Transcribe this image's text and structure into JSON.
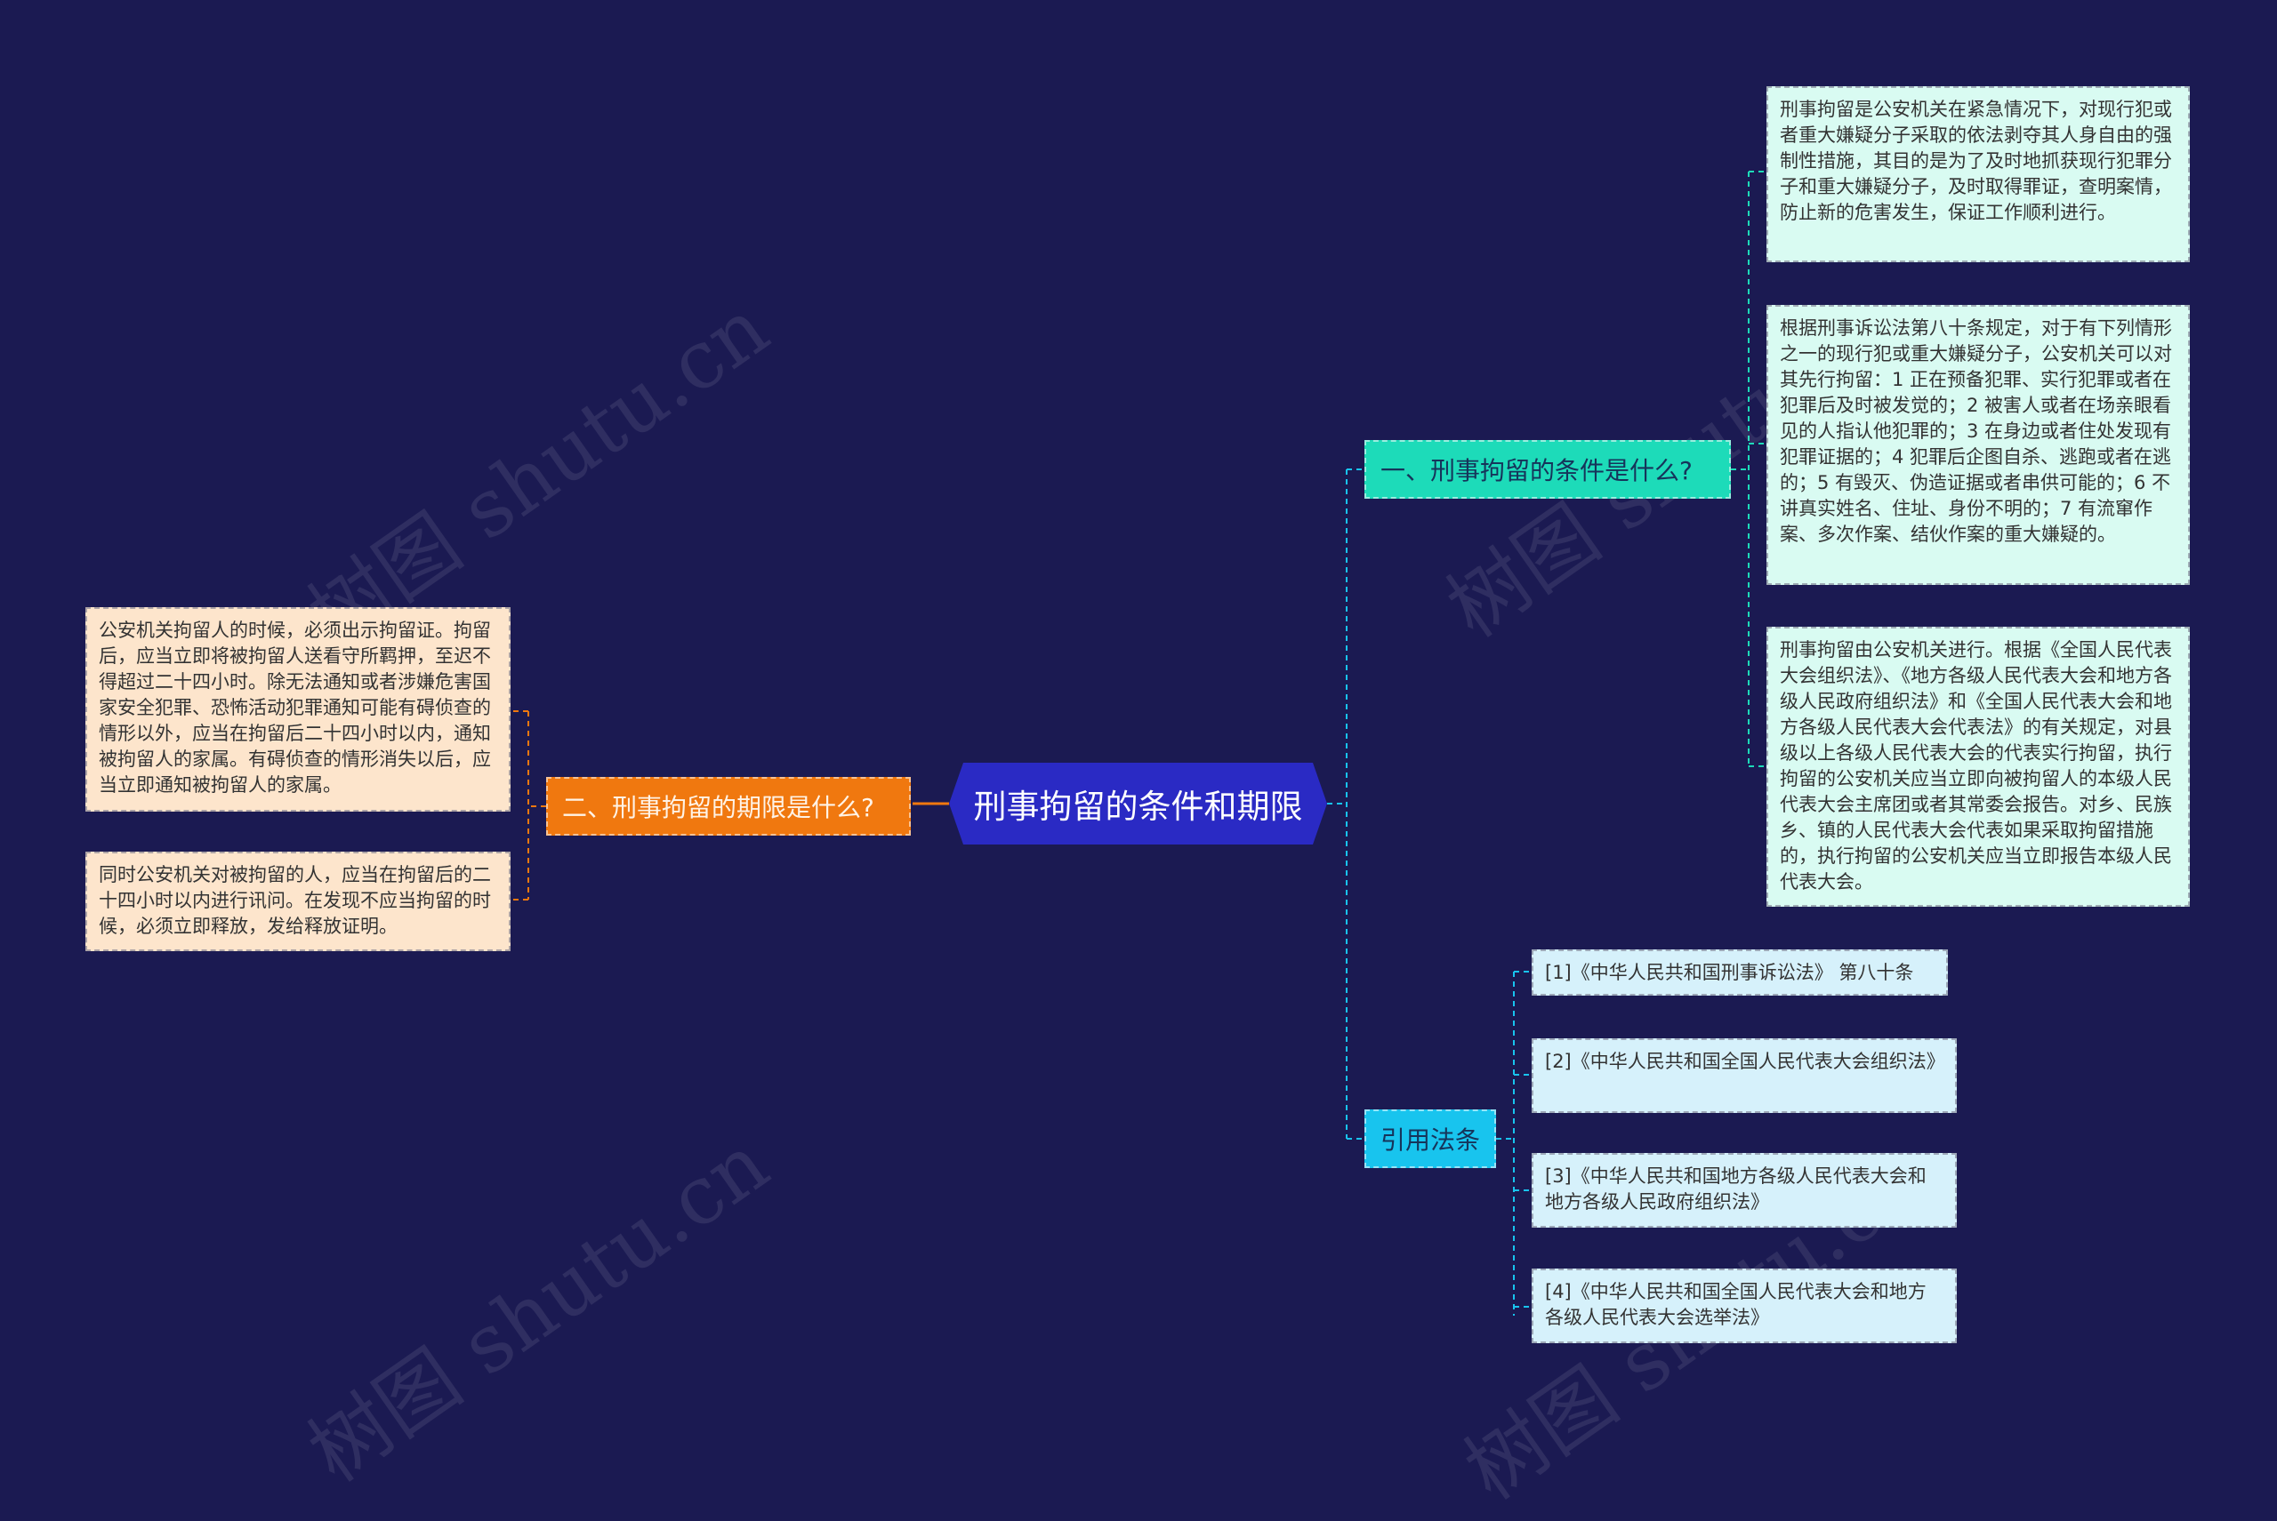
{
  "title": "刑事拘留的条件和期限",
  "colors": {
    "background": "#1b1a52",
    "root": "#2a2ac4",
    "orange_branch": "#f0780f",
    "teal_branch": "#1ddbb9",
    "cyan_branch": "#18c4ee",
    "peach_leaf": "#fde5cc",
    "mint_leaf": "#d9fbf2",
    "ice_leaf": "#d6f1fb"
  },
  "left_branch": {
    "label": "二、刑事拘留的期限是什么?",
    "leaves": [
      "公安机关拘留人的时候，必须出示拘留证。拘留后，应当立即将被拘留人送看守所羁押，至迟不得超过二十四小时。除无法通知或者涉嫌危害国家安全犯罪、恐怖活动犯罪通知可能有碍侦查的情形以外，应当在拘留后二十四小时以内，通知被拘留人的家属。有碍侦查的情形消失以后，应当立即通知被拘留人的家属。",
      "同时公安机关对被拘留的人，应当在拘留后的二十四小时以内进行讯问。在发现不应当拘留的时候，必须立即释放，发给释放证明。"
    ]
  },
  "right_branch_1": {
    "label": "一、刑事拘留的条件是什么?",
    "leaves": [
      "刑事拘留是公安机关在紧急情况下，对现行犯或者重大嫌疑分子采取的依法剥夺其人身自由的强制性措施，其目的是为了及时地抓获现行犯罪分子和重大嫌疑分子，及时取得罪证，查明案情，防止新的危害发生，保证工作顺利进行。",
      "根据刑事诉讼法第八十条规定，对于有下列情形之一的现行犯或重大嫌疑分子，公安机关可以对其先行拘留：1 正在预备犯罪、实行犯罪或者在犯罪后及时被发觉的；2 被害人或者在场亲眼看见的人指认他犯罪的；3 在身边或者住处发现有犯罪证据的；4 犯罪后企图自杀、逃跑或者在逃的；5 有毁灭、伪造证据或者串供可能的；6 不讲真实姓名、住址、身份不明的；7 有流窜作案、多次作案、结伙作案的重大嫌疑的。",
      "刑事拘留由公安机关进行。根据《全国人民代表大会组织法》、《地方各级人民代表大会和地方各级人民政府组织法》和《全国人民代表大会和地方各级人民代表大会代表法》的有关规定，对县级以上各级人民代表大会的代表实行拘留，执行拘留的公安机关应当立即向被拘留人的本级人民代表大会主席团或者其常委会报告。对乡、民族乡、镇的人民代表大会代表如果采取拘留措施的，执行拘留的公安机关应当立即报告本级人民代表大会。"
    ]
  },
  "right_branch_2": {
    "label": "引用法条",
    "leaves": [
      "[1]《中华人民共和国刑事诉讼法》 第八十条",
      "[2]《中华人民共和国全国人民代表大会组织法》",
      "[3]《中华人民共和国地方各级人民代表大会和地方各级人民政府组织法》",
      "[4]《中华人民共和国全国人民代表大会和地方各级人民代表大会选举法》"
    ]
  },
  "watermark": "树图 shutu.cn"
}
